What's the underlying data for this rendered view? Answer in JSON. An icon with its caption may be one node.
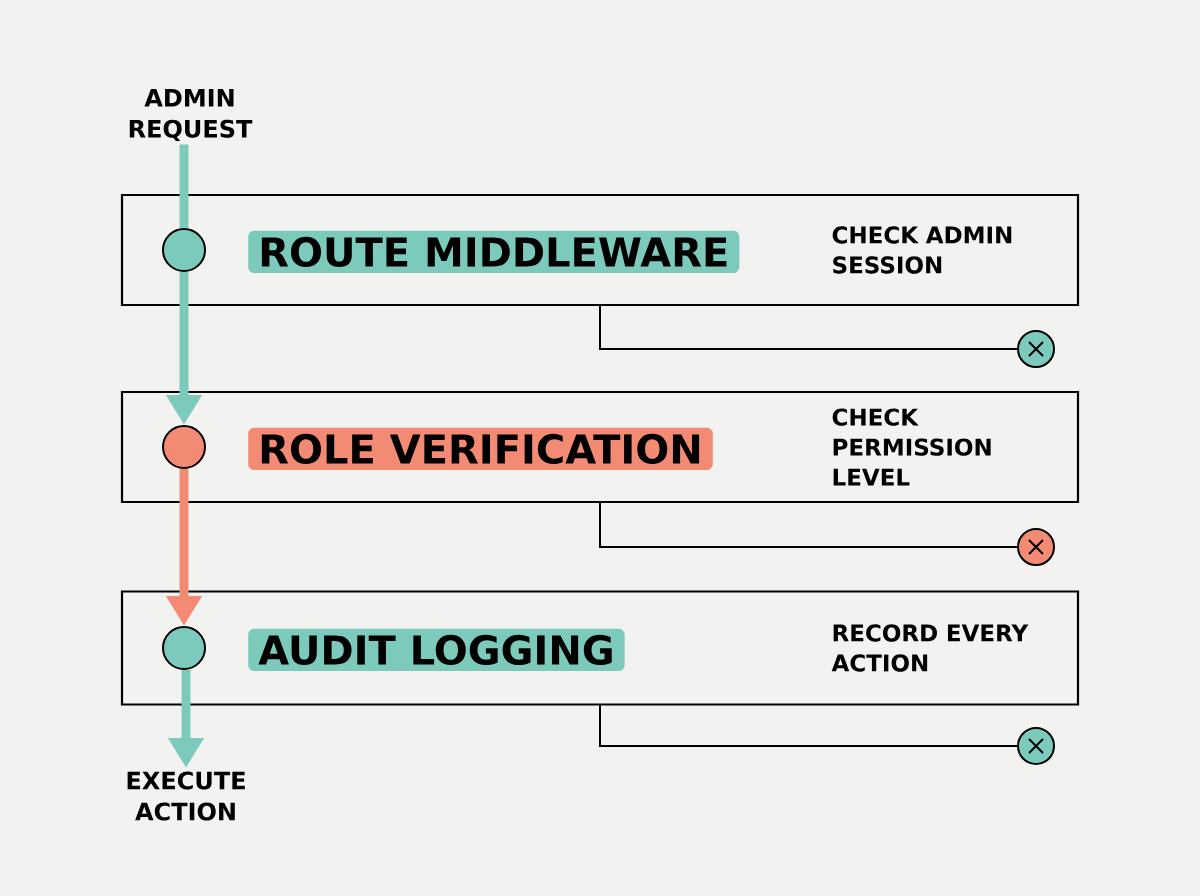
{
  "diagram": {
    "nodes": [
      {
        "text": [
          "ADMIN REQUEST"
        ]
      },
      {
        "text": [
          "ROUTE MIDDLEWARE",
          "CHECK ADMIN SESSION"
        ]
      },
      {
        "text": [],
        "shape": "circle",
        "in": 1
      },
      {
        "text": [
          "ROLE VERIFICATION",
          "CHECK PERMISSION LEVEL"
        ]
      },
      {
        "text": [],
        "shape": "circle",
        "in": 3
      },
      {
        "text": [
          "AUDIT LOGGING",
          "RECORD EVERY ACTION"
        ]
      },
      {
        "text": [],
        "shape": "circle",
        "in": 5
      },
      {
        "text": [
          "EXECUTE ACTION"
        ]
      },
      {
        "text": [],
        "shape": "circle"
      },
      {
        "text": [],
        "shape": "circle"
      },
      {
        "text": [],
        "shape": "circle"
      }
    ],
    "edges": [
      {
        "from": 0,
        "to": 2,
        "arrow": "none",
        "color": "#7ccabc"
      },
      {
        "from": 2,
        "to": 4,
        "arrow": "to",
        "color": "#7ccabc"
      },
      {
        "from": 4,
        "to": 6,
        "arrow": "to",
        "color": "#f28a74"
      },
      {
        "from": 6,
        "to": 7,
        "arrow": "to",
        "color": "#7ccabc"
      },
      {
        "from": 1,
        "to": 8,
        "arrow": "none",
        "color": "#000000"
      },
      {
        "from": 3,
        "to": 9,
        "arrow": "none",
        "color": "#000000"
      },
      {
        "from": 5,
        "to": 10,
        "arrow": "none",
        "color": "#000000"
      }
    ]
  }
}
